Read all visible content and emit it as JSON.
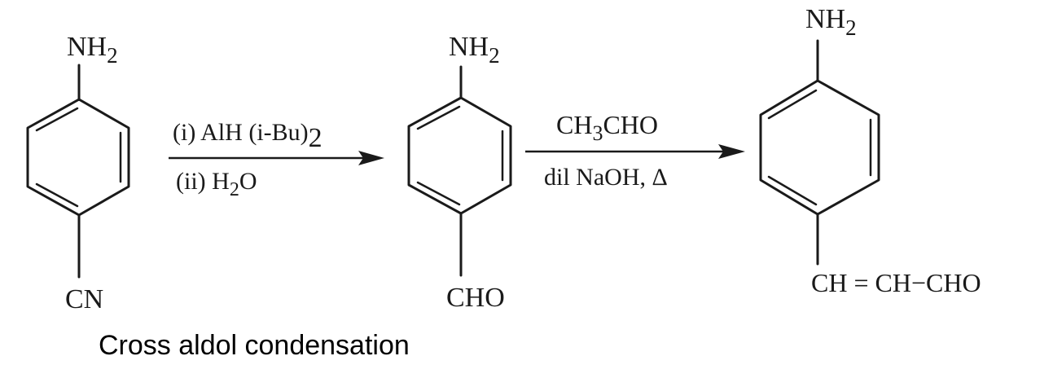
{
  "molecules": [
    {
      "top_group": "NH",
      "top_sub": "2",
      "bottom_group": "CN"
    },
    {
      "top_group": "NH",
      "top_sub": "2",
      "bottom_group": "CHO"
    },
    {
      "top_group": "NH",
      "top_sub": "2",
      "bottom_group": "CH = CH−CHO"
    }
  ],
  "arrows": [
    {
      "above": {
        "prefix": "(i) AlH (i-Bu)",
        "sub": "2"
      },
      "below": {
        "prefix": "(ii) H",
        "sub": "2",
        "suffix": "O"
      }
    },
    {
      "above": {
        "prefix": "CH",
        "sub": "3",
        "suffix": "CHO"
      },
      "below": {
        "text": "dil NaOH, Δ"
      }
    }
  ],
  "caption": "Cross aldol condensation"
}
